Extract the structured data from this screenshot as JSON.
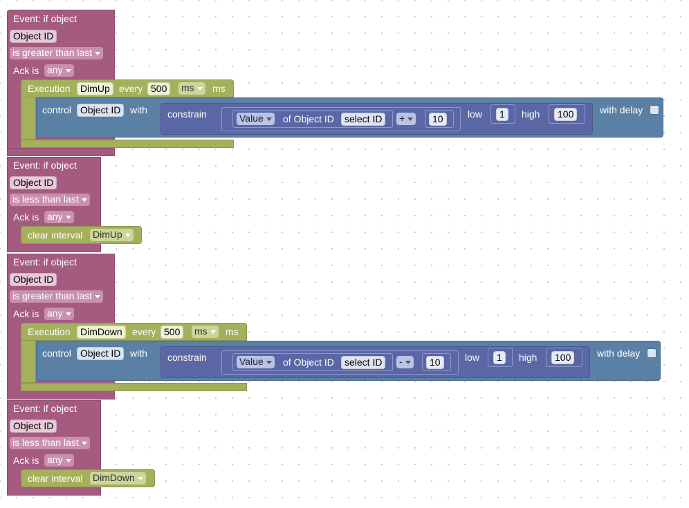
{
  "blocks": [
    {
      "event_title": "Event: if object",
      "object_id": "Object ID",
      "condition": "is greater than last",
      "ack_label": "Ack is",
      "ack_value": "any",
      "execution": {
        "label": "Execution",
        "name": "DimUp",
        "every_label": "every",
        "interval": "500",
        "unit": "ms",
        "unit_suffix": "ms",
        "control_label": "control",
        "target": "Object ID",
        "with_label": "with",
        "constrain_label": "constrain",
        "value_dropdown": "Value",
        "of_label": "of Object ID",
        "select_id": "select ID",
        "operator": "+",
        "amount": "10",
        "low_label": "low",
        "low_value": "1",
        "high_label": "high",
        "high_value": "100",
        "delay_label": "with delay"
      }
    },
    {
      "event_title": "Event: if object",
      "object_id": "Object ID",
      "condition": "is less than last",
      "ack_label": "Ack is",
      "ack_value": "any",
      "clear_label": "clear interval",
      "clear_value": "DimUp"
    },
    {
      "event_title": "Event: if object",
      "object_id": "Object ID",
      "condition": "is greater than last",
      "ack_label": "Ack is",
      "ack_value": "any",
      "execution": {
        "label": "Execution",
        "name": "DimDown",
        "every_label": "every",
        "interval": "500",
        "unit": "ms",
        "unit_suffix": "ms",
        "control_label": "control",
        "target": "Object ID",
        "with_label": "with",
        "constrain_label": "constrain",
        "value_dropdown": "Value",
        "of_label": "of Object ID",
        "select_id": "select ID",
        "operator": "-",
        "amount": "10",
        "low_label": "low",
        "low_value": "1",
        "high_label": "high",
        "high_value": "100",
        "delay_label": "with delay"
      }
    },
    {
      "event_title": "Event: if object",
      "object_id": "Object ID",
      "condition": "is less than last",
      "ack_label": "Ack is",
      "ack_value": "any",
      "clear_label": "clear interval",
      "clear_value": "DimDown"
    }
  ],
  "colors": {
    "event": "#a55b80",
    "execution": "#a5b05d",
    "control": "#5b80a5",
    "constrain": "#5b67a5"
  }
}
